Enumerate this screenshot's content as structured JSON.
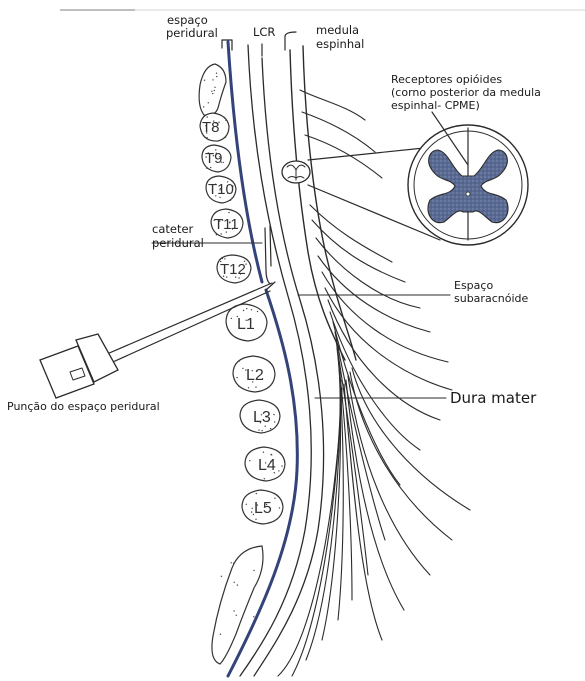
{
  "labels": {
    "epidural_space": [
      "espaço",
      "peridural"
    ],
    "csf": "LCR",
    "spinal_cord": [
      "medula",
      "espinhal"
    ],
    "opioid_receptors": [
      "Receptores opióides",
      "(corno posterior da medula",
      "espinhal- CPME)"
    ],
    "epidural_catheter": [
      "cateter",
      "peridural"
    ],
    "subarachnoid_space": [
      "Espaço",
      "subaracnóide"
    ],
    "dura_mater": "Dura mater",
    "epidural_puncture": "Punção do espaço peridural"
  },
  "vertebrae": [
    "T8",
    "T9",
    "T10",
    "T11",
    "T12",
    "L1",
    "L2",
    "L3",
    "L4",
    "L5"
  ],
  "colors": {
    "dura": "#34447a",
    "grey_matter": "#5a6b93",
    "line": "#2b2b2b"
  }
}
